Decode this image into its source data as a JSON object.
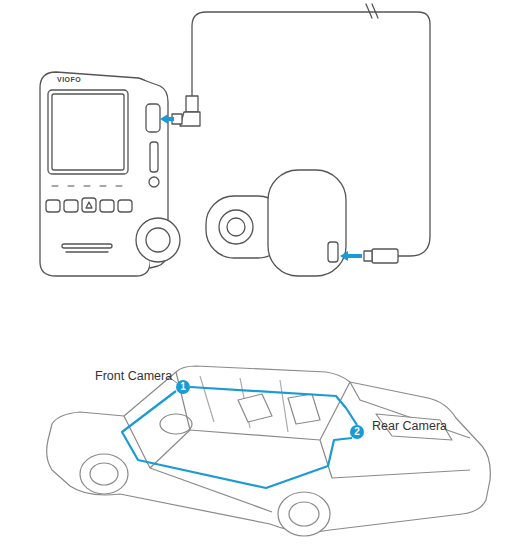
{
  "diagram": {
    "nodes": [
      {
        "text": [
          "1"
        ]
      },
      {
        "text": [
          "2"
        ]
      }
    ],
    "edges": [
      {
        "from": 0,
        "to": 1,
        "arrow": "none"
      }
    ],
    "labels": [
      "VIOFO",
      "Front Camera",
      "Rear Camera"
    ]
  }
}
